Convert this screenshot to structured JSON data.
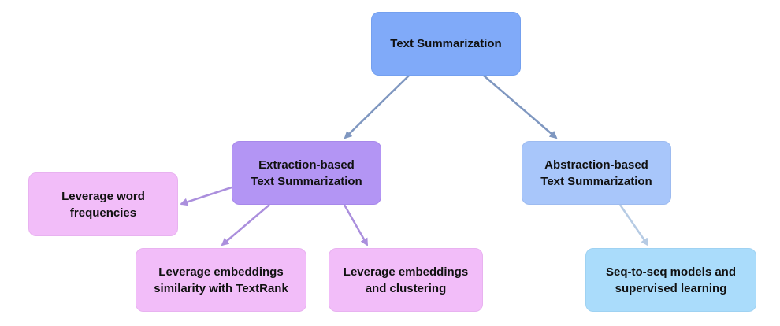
{
  "diagram": {
    "root": {
      "lines": [
        "Text Summarization"
      ],
      "color": "#80aaf9"
    },
    "extraction": {
      "lines": [
        "Extraction-based",
        "Text Summarization"
      ],
      "color": "#b395f4"
    },
    "abstraction": {
      "lines": [
        "Abstraction-based",
        "Text Summarization"
      ],
      "color": "#a8c6fa"
    },
    "word_frequencies": {
      "lines": [
        "Leverage word",
        "frequencies"
      ],
      "color": "#f2bdf9"
    },
    "textrank": {
      "lines": [
        "Leverage embeddings",
        "similarity with TextRank"
      ],
      "color": "#f2bdf9"
    },
    "clustering": {
      "lines": [
        "Leverage embeddings",
        "and clustering"
      ],
      "color": "#f2bdf9"
    },
    "seq2seq": {
      "lines": [
        "Seq-to-seq models and",
        "supervised learning"
      ],
      "color": "#aadcfb"
    },
    "edges": [
      {
        "from": "Text Summarization",
        "to": "Extraction-based Text Summarization",
        "color": "#7f97c0"
      },
      {
        "from": "Text Summarization",
        "to": "Abstraction-based Text Summarization",
        "color": "#7f97c0"
      },
      {
        "from": "Extraction-based Text Summarization",
        "to": "Leverage word frequencies",
        "color": "#ab8fdd"
      },
      {
        "from": "Extraction-based Text Summarization",
        "to": "Leverage embeddings similarity with TextRank",
        "color": "#ab8fdd"
      },
      {
        "from": "Extraction-based Text Summarization",
        "to": "Leverage embeddings and clustering",
        "color": "#ab8fdd"
      },
      {
        "from": "Abstraction-based Text Summarization",
        "to": "Seq-to-seq models and supervised learning",
        "color": "#b6cbe4"
      }
    ]
  }
}
